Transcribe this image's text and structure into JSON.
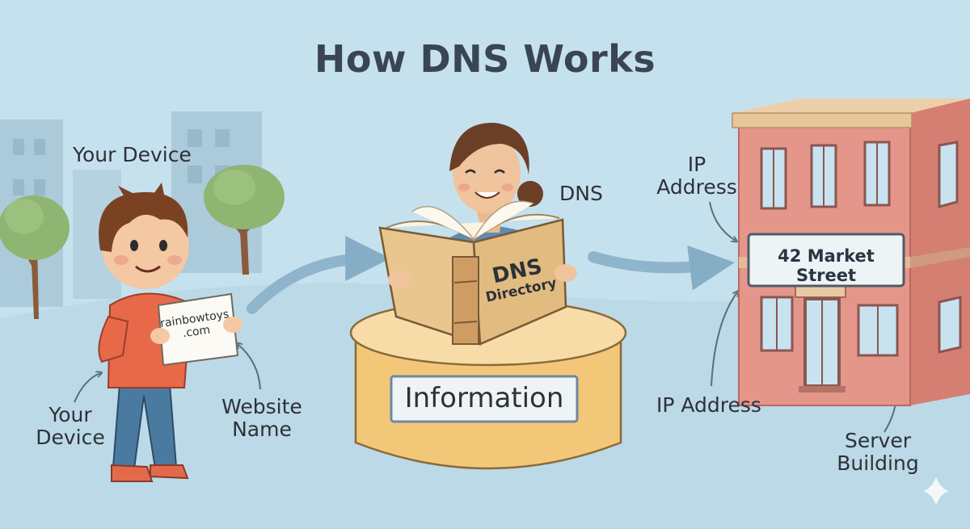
{
  "title": "How DNS Works",
  "labels": {
    "device_top": "Your Device",
    "device_bottom_line1": "Your",
    "device_bottom_line2": "Device",
    "website_line1": "Website",
    "website_line2": "Name",
    "dns": "DNS",
    "ip_top_line1": "IP",
    "ip_top_line2": "Address",
    "ip_bottom": "IP Address",
    "server_line1": "Server",
    "server_line2": "Building"
  },
  "paper": {
    "line1": "rainbowtoys",
    "line2": ".com"
  },
  "book": {
    "line1": "DNS",
    "line2": "Directory"
  },
  "desk_sign": "Information",
  "building_sign": "42 Market Street",
  "colors": {
    "background": "#c6e1ee",
    "building": "#e5968a",
    "desk": "#f2c878",
    "book": "#e8c68e",
    "arrow": "#8fb5cc",
    "shirt": "#e8694a",
    "jeans": "#4a7aa0"
  }
}
